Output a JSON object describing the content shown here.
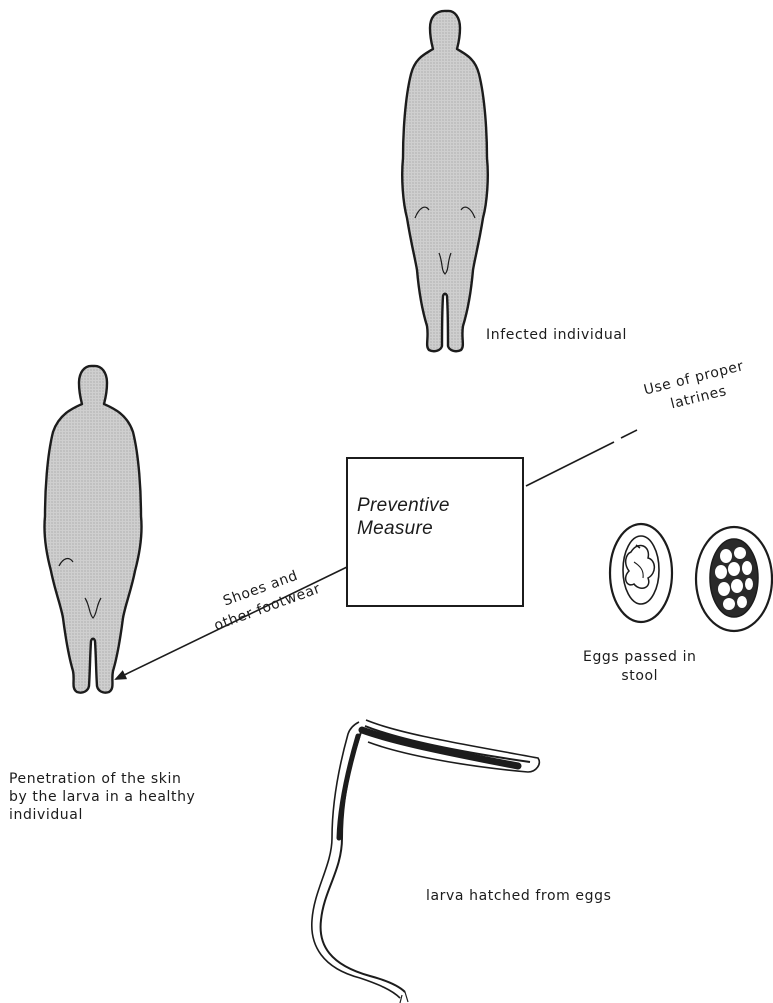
{
  "diagram": {
    "center_box": {
      "line1": "Preventive",
      "line2": "Measure"
    },
    "labels": {
      "infected": "Infected individual",
      "latrines_line1": "Use of proper",
      "latrines_line2": "latrines",
      "shoes_line1": "Shoes and",
      "shoes_line2": "other footwear",
      "eggs_line1": "Eggs passed in",
      "eggs_line2": "stool",
      "penetration_line1": "Penetration of the skin",
      "penetration_line2": "by the larva in a healthy",
      "penetration_line3": "individual",
      "larva": "larva hatched from eggs"
    },
    "colors": {
      "ink": "#1c1c1c",
      "figure_fill": "#c9c9c9",
      "paper": "#ffffff"
    }
  }
}
